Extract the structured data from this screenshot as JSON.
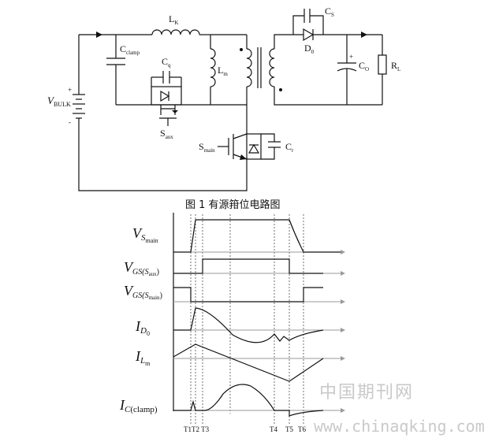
{
  "figure": {
    "caption": "图 1  有源箝位电路图"
  },
  "circuit": {
    "labels": {
      "v_bulk_main": "V",
      "v_bulk_sub": "BULK",
      "lk_main": "L",
      "lk_sub": "K",
      "cclamp_main": "C",
      "cclamp_sub": "clamp",
      "cq_main": "C",
      "cq_sub": "q",
      "saux_main": "S",
      "saux_sub": "aux",
      "lm_main": "L",
      "lm_sub": "m",
      "smain_main": "S",
      "smain_sub": "main",
      "cr_main": "C",
      "cr_sub": "r",
      "cs_main": "C",
      "cs_sub": "S",
      "d0_main": "D",
      "d0_sub": "0",
      "co_main": "C",
      "co_sub": "O",
      "rl_main": "R",
      "rl_sub": "L",
      "plus": "+",
      "minus": "-"
    }
  },
  "waveforms": {
    "rows": [
      {
        "id": "vs_main",
        "main": "V",
        "sub": "S",
        "subsub": "main"
      },
      {
        "id": "vgs_saux",
        "main": "V",
        "sub": "GS(",
        "subsub": "S",
        "subsubsub": "aux",
        "close": ")"
      },
      {
        "id": "vgs_smain",
        "main": "V",
        "sub": "GS(",
        "subsub": "S",
        "subsubsub": "main",
        "close": ")"
      },
      {
        "id": "id0",
        "main": "I",
        "sub": "D",
        "subsub": "0"
      },
      {
        "id": "ilm",
        "main": "I",
        "sub": "L",
        "subsub": "m"
      },
      {
        "id": "ic_clamp",
        "main": "I",
        "sub": "C",
        "paren": "(clamp)"
      }
    ],
    "time_marks": [
      "T1",
      "T2",
      "T3",
      "T4",
      "T5",
      "T6"
    ],
    "time_mark_text": "T1T2 T3",
    "t4": "T4",
    "t5": "T5",
    "t6": "T6"
  },
  "watermark": {
    "cn": "中国期刊网",
    "url": "www.chinaqking.com"
  },
  "colors": {
    "ink": "#111111",
    "axis_arrow": "#9a9a9a",
    "watermark": "#c9c9c9"
  }
}
